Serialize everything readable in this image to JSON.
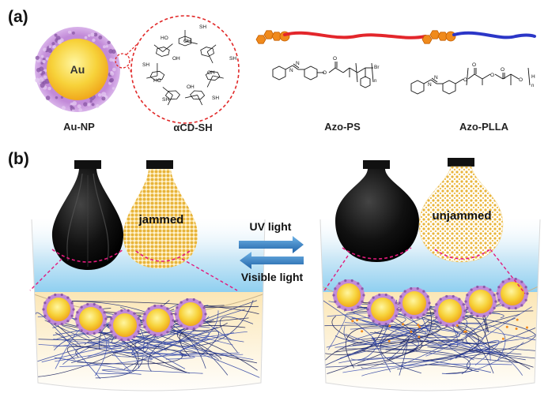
{
  "panel_a": {
    "label": "(a)",
    "au_core_label": "Au",
    "au_np_caption": "Au-NP",
    "cd_caption": "αCD-SH",
    "cd_groups": {
      "sh": "SH",
      "oh": "OH",
      "ho": "HO"
    },
    "azo_ps_caption": "Azo-PS",
    "azo_plla_caption": "Azo-PLLA",
    "ps_end_group": "Br",
    "repeat_n": "n",
    "plla_end": "H",
    "colors": {
      "ps_chain": "#e3262b",
      "plla_chain": "#2b36c7",
      "azo_unit": "#f08a1c",
      "au_core": "#f7d23a",
      "ligand_shell": "#b57fd0"
    }
  },
  "panel_b": {
    "label": "(b)",
    "left_droplet_text": "jammed",
    "right_droplet_text": "unjammed",
    "uv_label": "UV light",
    "visible_label": "Visible light",
    "colors": {
      "arrow": "#2f7fc4",
      "dashed_lines": "#e2197c",
      "water": "#bfe2f5",
      "oil": "#f7e4b8"
    }
  }
}
